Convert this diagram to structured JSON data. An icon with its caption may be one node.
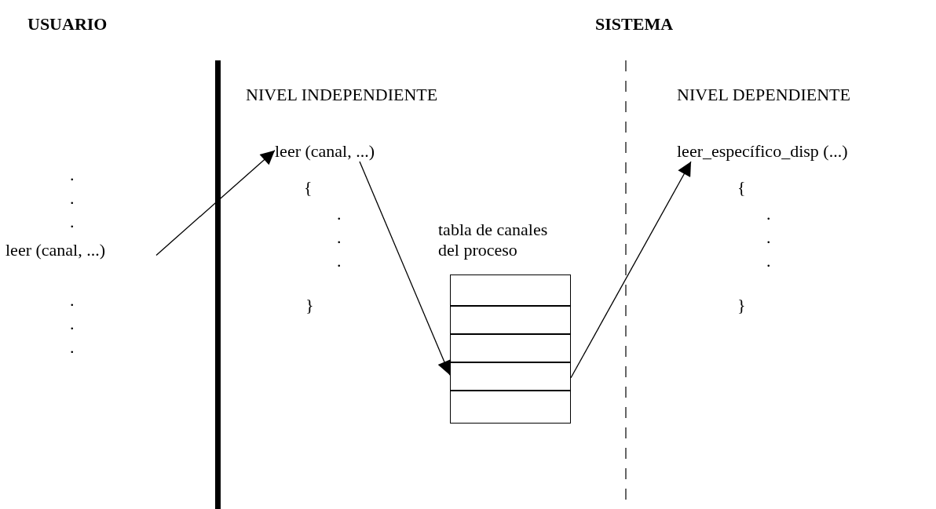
{
  "diagram": {
    "nodes": [
      {
        "text": [
          "leer (canal, ...)"
        ]
      },
      {
        "text": [
          "leer (canal, ...)"
        ]
      },
      {
        "text": [],
        "shape": "box"
      },
      {
        "text": [],
        "shape": "box"
      },
      {
        "text": [],
        "shape": "box"
      },
      {
        "text": [],
        "shape": "box"
      },
      {
        "text": [],
        "shape": "box"
      },
      {
        "text": [
          "leer_específico_disp (...)"
        ]
      }
    ],
    "edges": [
      {
        "from": 0,
        "to": 1,
        "arrow": "to"
      },
      {
        "from": 1,
        "to": 5,
        "arrow": "to"
      },
      {
        "from": 5,
        "to": 7,
        "arrow": "to"
      }
    ],
    "labels": [
      "USUARIO",
      "SISTEMA",
      "NIVEL INDEPENDIENTE",
      "NIVEL DEPENDIENTE",
      ".",
      ".",
      ".",
      "{",
      "{",
      ".",
      ".",
      "tabla de canales del proceso",
      ".",
      ".",
      ".",
      ".",
      "}",
      "}",
      ".",
      ".",
      "."
    ]
  }
}
